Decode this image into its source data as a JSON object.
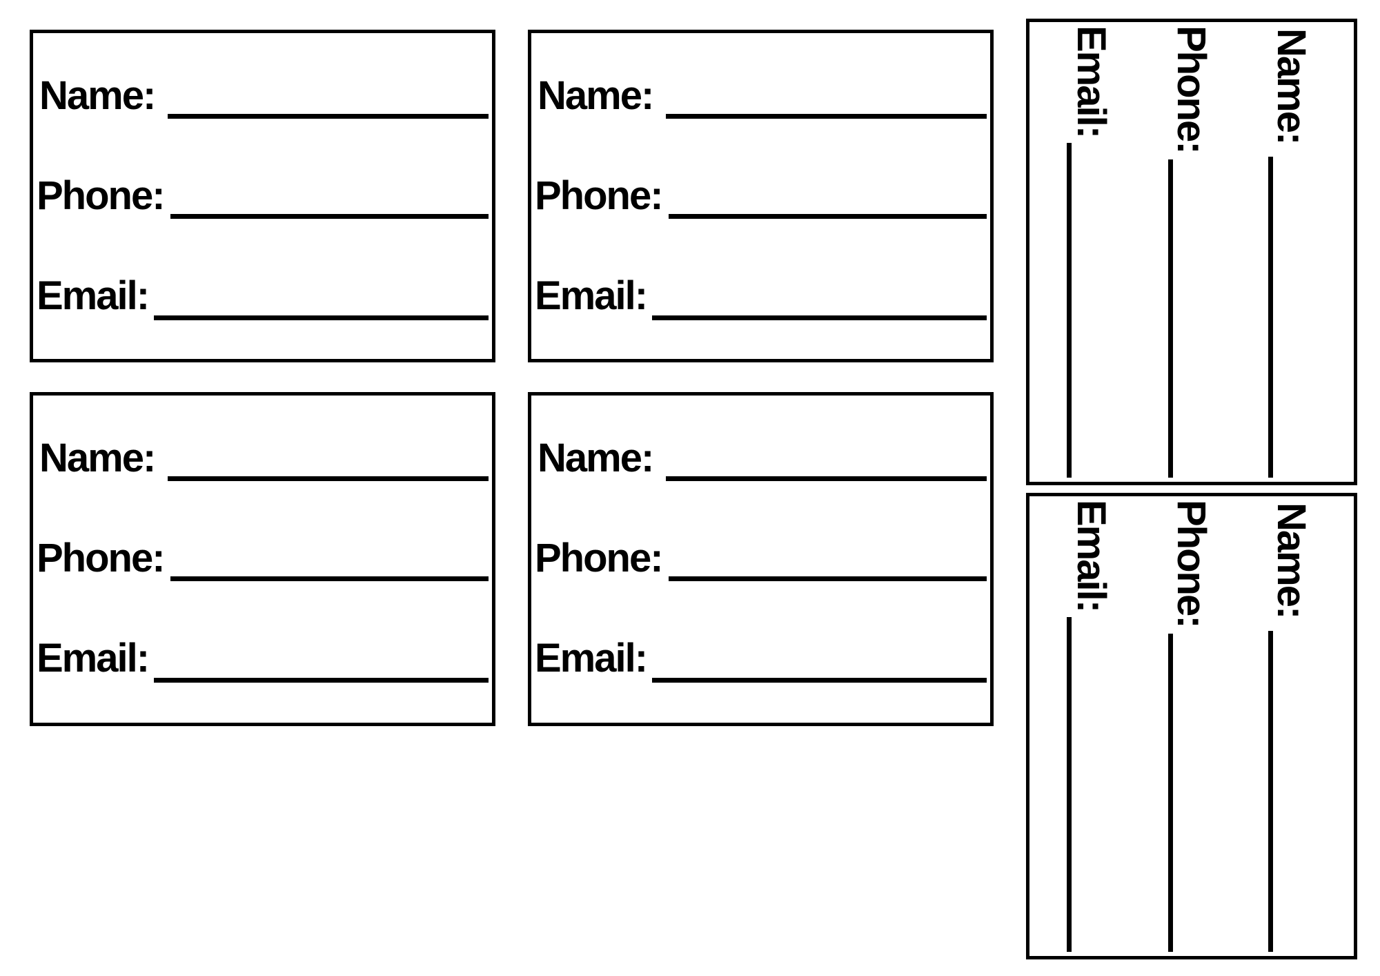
{
  "sheet": {
    "background_color": "#ffffff",
    "ink_color": "#000000",
    "description": "Printable contact information card template sheet"
  },
  "fields": [
    {
      "key": "name",
      "label": "Name:"
    },
    {
      "key": "phone",
      "label": "Phone:"
    },
    {
      "key": "email",
      "label": "Email:"
    }
  ],
  "cards": [
    {
      "id": 1,
      "orientation": "horizontal"
    },
    {
      "id": 2,
      "orientation": "horizontal"
    },
    {
      "id": 3,
      "orientation": "horizontal"
    },
    {
      "id": 4,
      "orientation": "horizontal"
    },
    {
      "id": 5,
      "orientation": "vertical"
    },
    {
      "id": 6,
      "orientation": "vertical"
    }
  ]
}
